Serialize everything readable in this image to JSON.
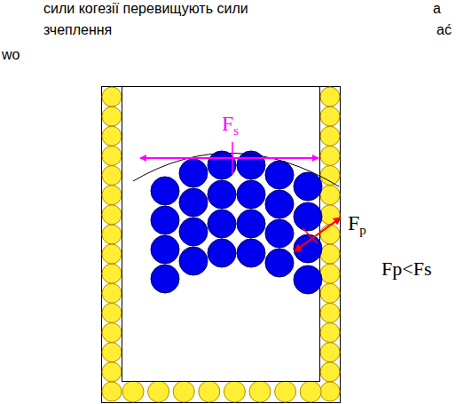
{
  "diagram": {
    "labels": [
      "сили когезії перевищують сили",
      "а",
      "зчеплення",
      "ać",
      "wo",
      "Fs",
      "Fp",
      "Fp<Fs"
    ]
  }
}
